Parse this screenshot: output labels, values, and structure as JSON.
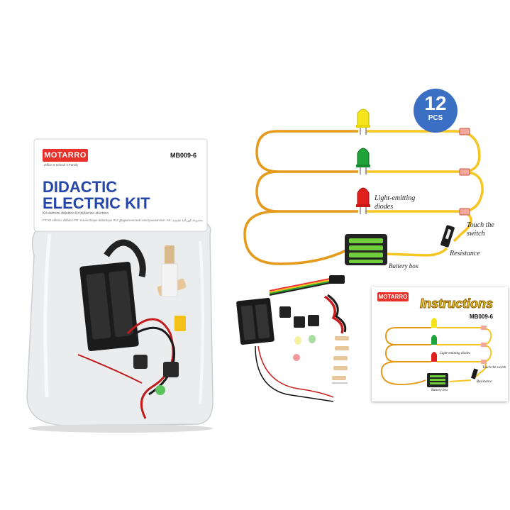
{
  "package": {
    "brand": "MOTARRO",
    "brand_tagline": "Office ♦ School ♦ Family",
    "model": "MB009-6",
    "title_line1": "DIDACTIC",
    "title_line2": "ELECTRIC KIT",
    "subtitle_it_es": "Kit elettrico didattico    Kit didáctico eléctrico",
    "subtitle_multi": "PT: Kit elétrico didático   FR: Kit électrique didactique   RU: Дидактический электрокомплект   AR: مجموعة كهربائية تعليمية"
  },
  "badge": {
    "number": "12",
    "unit": "PCS"
  },
  "diagram": {
    "labels": {
      "leds": "Light-emitting diodes",
      "switch": "Touch the switch",
      "resistance": "Resistance",
      "battery": "Battery box"
    },
    "led_colors": [
      "#f5e51a",
      "#1fa33a",
      "#e0201c"
    ],
    "wire_color_main": "#f5c623",
    "wire_color_return": "#e59a1c"
  },
  "instruction_card": {
    "brand": "MOTARRO",
    "title": "Instructions",
    "model": "MB009-6",
    "labels": {
      "leds": "Light-emitting diodes",
      "switch": "Touch the switch",
      "resistance": "Resistance",
      "battery": "Battery box"
    }
  }
}
